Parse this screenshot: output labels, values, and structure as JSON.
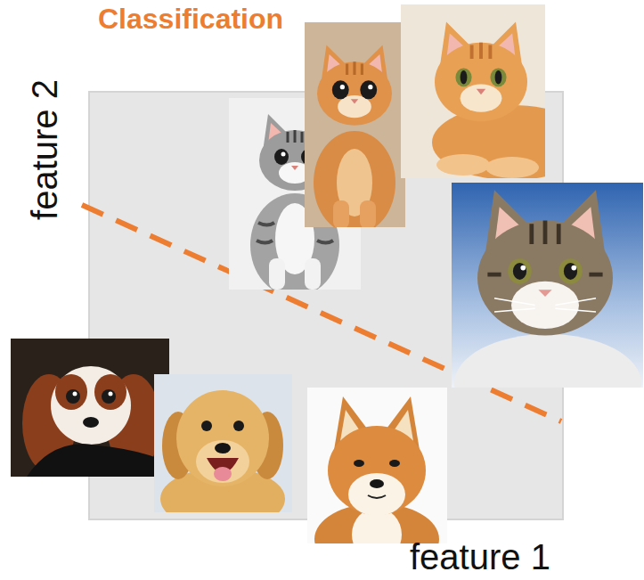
{
  "diagram": {
    "title": "Classification",
    "labels": [
      "feature 2",
      "feature 1"
    ]
  }
}
